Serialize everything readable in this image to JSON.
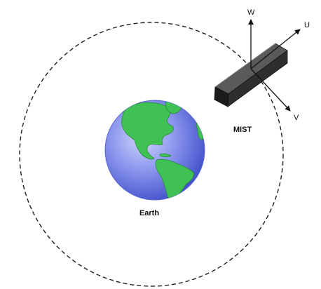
{
  "labels": {
    "earth": "Earth",
    "spacecraft": "MIST",
    "axis_w": "W",
    "axis_u": "U",
    "axis_v": "V"
  },
  "colors": {
    "orbit": "#222222",
    "ocean_light": "#c5cdfa",
    "ocean_dark": "#3c4ac8",
    "land": "#3fc253",
    "land_outline": "#2a8a3a",
    "spacecraft_top": "#5a5a5a",
    "spacecraft_front": "#1c1c1c",
    "spacecraft_side": "#3a3a3a",
    "arrow": "#111111"
  },
  "icons": {
    "earth": "globe-americas-icon",
    "spacecraft": "satellite-box-icon"
  }
}
